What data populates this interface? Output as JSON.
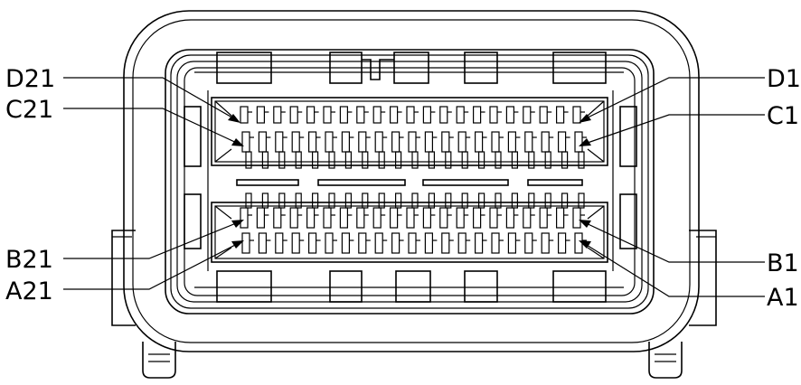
{
  "labels": {
    "d21": "D21",
    "c21": "C21",
    "b21": "B21",
    "a21": "A21",
    "d1": "D1",
    "c1": "C1",
    "b1": "B1",
    "a1": "A1"
  },
  "pins_per_row": 21,
  "line_color": "#000000",
  "background_color": "#ffffff"
}
